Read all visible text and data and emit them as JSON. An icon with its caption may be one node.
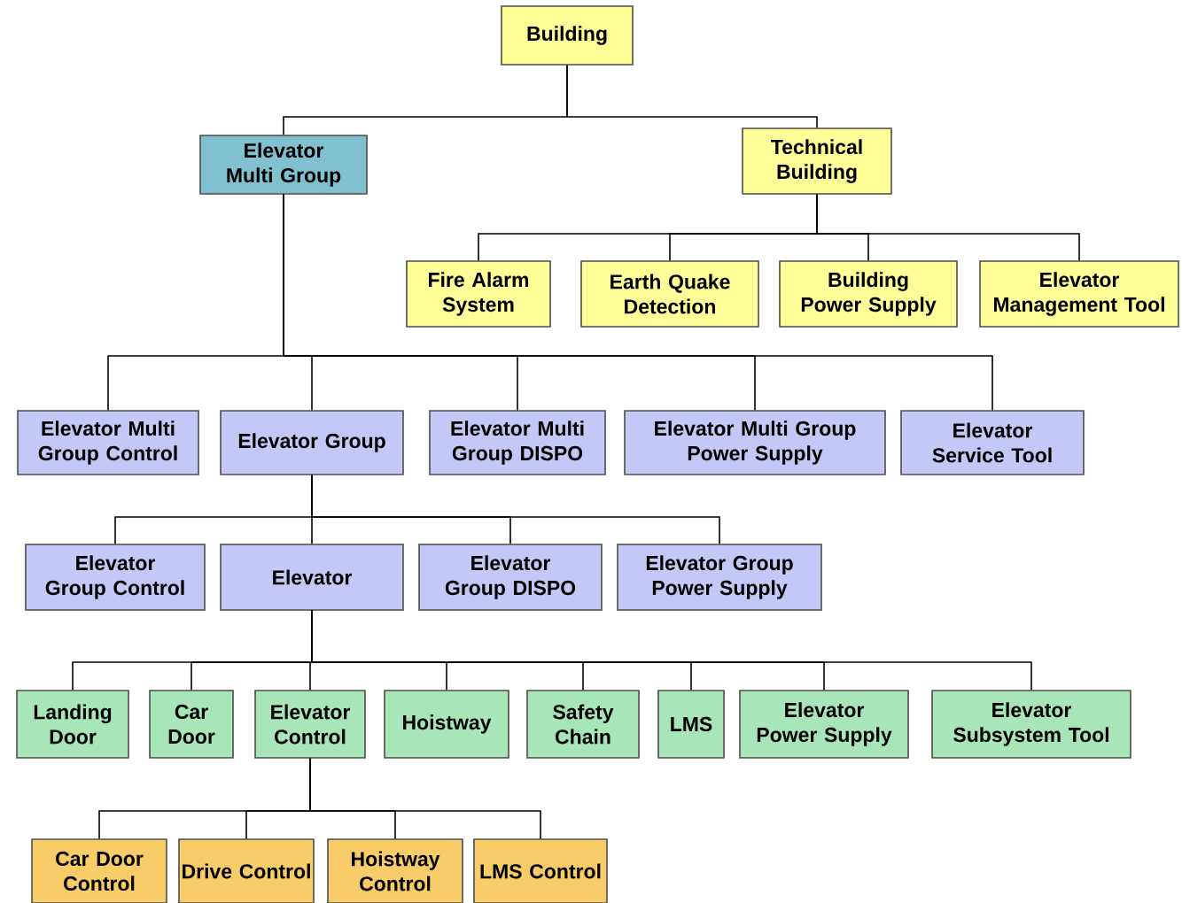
{
  "diagram": {
    "nodes": [
      {
        "text": [
          "Building"
        ]
      },
      {
        "text": [
          "Elevator Multi Group"
        ]
      },
      {
        "text": [
          "Technical Building"
        ]
      },
      {
        "text": [
          "Fire Alarm System"
        ]
      },
      {
        "text": [
          "Earth Quake Detection"
        ]
      },
      {
        "text": [
          "Building Power Supply"
        ]
      },
      {
        "text": [
          "Elevator Management Tool"
        ]
      },
      {
        "text": [
          "Elevator Multi Group Control"
        ]
      },
      {
        "text": [
          "Elevator Group"
        ]
      },
      {
        "text": [
          "Elevator Multi Group DISPO"
        ]
      },
      {
        "text": [
          "Elevator Multi Group Power Supply"
        ]
      },
      {
        "text": [
          "Elevator Service Tool"
        ]
      },
      {
        "text": [
          "Elevator Group Control"
        ]
      },
      {
        "text": [
          "Elevator"
        ]
      },
      {
        "text": [
          "Elevator Group DISPO"
        ]
      },
      {
        "text": [
          "Elevator Group Power Supply"
        ]
      },
      {
        "text": [
          "Landing Door"
        ]
      },
      {
        "text": [
          "Car Door"
        ]
      },
      {
        "text": [
          "Elevator Control"
        ]
      },
      {
        "text": [
          "Hoistway"
        ]
      },
      {
        "text": [
          "Safety Chain"
        ]
      },
      {
        "text": [
          "LMS"
        ]
      },
      {
        "text": [
          "Elevator Power Supply"
        ]
      },
      {
        "text": [
          "Elevator Subsystem Tool"
        ]
      },
      {
        "text": [
          "Car Door Control"
        ]
      },
      {
        "text": [
          "Drive Control"
        ]
      },
      {
        "text": [
          "Hoistway Control"
        ]
      },
      {
        "text": [
          "LMS Control"
        ]
      }
    ],
    "edges": [
      {
        "from": 0,
        "to": 1,
        "arrow": "none"
      },
      {
        "from": 0,
        "to": 2,
        "arrow": "none"
      },
      {
        "from": 2,
        "to": 3,
        "arrow": "none"
      },
      {
        "from": 2,
        "to": 4,
        "arrow": "none"
      },
      {
        "from": 2,
        "to": 5,
        "arrow": "none"
      },
      {
        "from": 2,
        "to": 6,
        "arrow": "none"
      },
      {
        "from": 1,
        "to": 7,
        "arrow": "none"
      },
      {
        "from": 1,
        "to": 8,
        "arrow": "none"
      },
      {
        "from": 1,
        "to": 9,
        "arrow": "none"
      },
      {
        "from": 1,
        "to": 10,
        "arrow": "none"
      },
      {
        "from": 1,
        "to": 11,
        "arrow": "none"
      },
      {
        "from": 8,
        "to": 12,
        "arrow": "none"
      },
      {
        "from": 8,
        "to": 13,
        "arrow": "none"
      },
      {
        "from": 8,
        "to": 14,
        "arrow": "none"
      },
      {
        "from": 8,
        "to": 15,
        "arrow": "none"
      },
      {
        "from": 13,
        "to": 16,
        "arrow": "none"
      },
      {
        "from": 13,
        "to": 17,
        "arrow": "none"
      },
      {
        "from": 13,
        "to": 18,
        "arrow": "none"
      },
      {
        "from": 13,
        "to": 19,
        "arrow": "none"
      },
      {
        "from": 13,
        "to": 20,
        "arrow": "none"
      },
      {
        "from": 13,
        "to": 21,
        "arrow": "none"
      },
      {
        "from": 13,
        "to": 22,
        "arrow": "none"
      },
      {
        "from": 13,
        "to": 23,
        "arrow": "none"
      },
      {
        "from": 18,
        "to": 24,
        "arrow": "none"
      },
      {
        "from": 18,
        "to": 25,
        "arrow": "none"
      },
      {
        "from": 18,
        "to": 26,
        "arrow": "none"
      },
      {
        "from": 18,
        "to": 27,
        "arrow": "none"
      }
    ]
  }
}
